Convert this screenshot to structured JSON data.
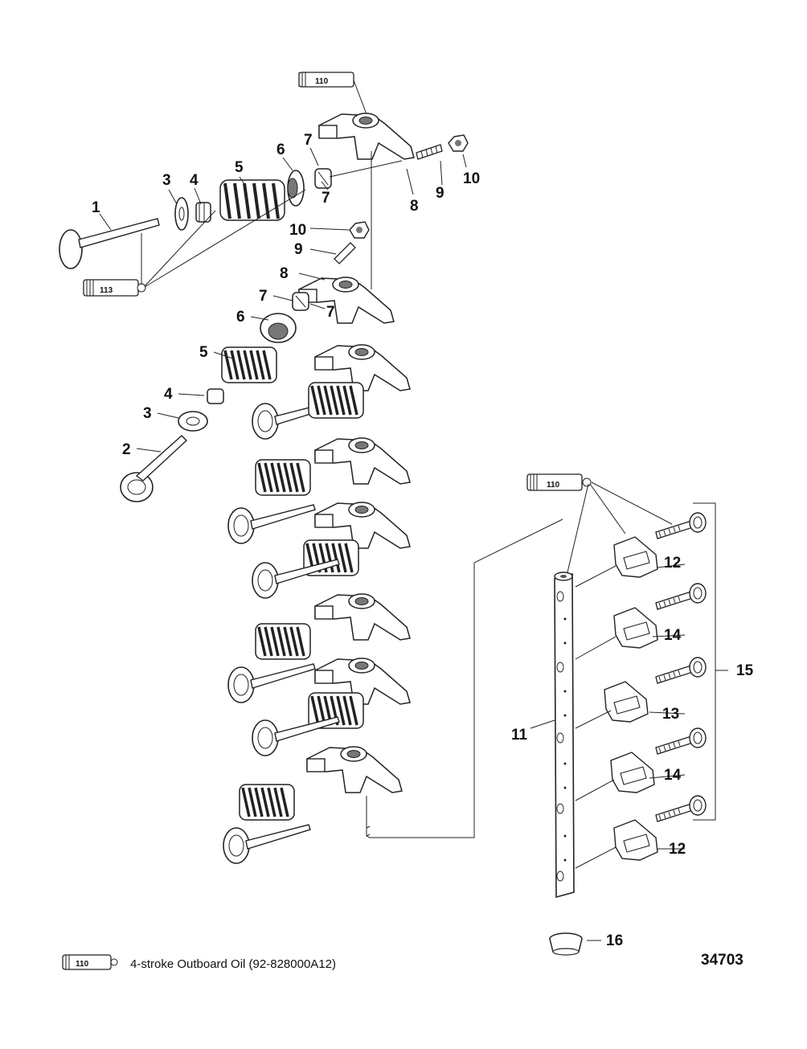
{
  "diagram": {
    "drawing_number": "34703",
    "callouts": [
      {
        "id": "c1",
        "text": "1"
      },
      {
        "id": "c2",
        "text": "2"
      },
      {
        "id": "c3a",
        "text": "3"
      },
      {
        "id": "c3b",
        "text": "3"
      },
      {
        "id": "c4a",
        "text": "4"
      },
      {
        "id": "c4b",
        "text": "4"
      },
      {
        "id": "c5a",
        "text": "5"
      },
      {
        "id": "c5b",
        "text": "5"
      },
      {
        "id": "c6a",
        "text": "6"
      },
      {
        "id": "c6b",
        "text": "6"
      },
      {
        "id": "c7a",
        "text": "7"
      },
      {
        "id": "c7b",
        "text": "7"
      },
      {
        "id": "c7c",
        "text": "7"
      },
      {
        "id": "c7d",
        "text": "7"
      },
      {
        "id": "c8a",
        "text": "8"
      },
      {
        "id": "c8b",
        "text": "8"
      },
      {
        "id": "c9a",
        "text": "9"
      },
      {
        "id": "c9b",
        "text": "9"
      },
      {
        "id": "c10a",
        "text": "10"
      },
      {
        "id": "c10b",
        "text": "10"
      },
      {
        "id": "c11",
        "text": "11"
      },
      {
        "id": "c12a",
        "text": "12"
      },
      {
        "id": "c12b",
        "text": "12"
      },
      {
        "id": "c13",
        "text": "13"
      },
      {
        "id": "c14a",
        "text": "14"
      },
      {
        "id": "c14b",
        "text": "14"
      },
      {
        "id": "c15",
        "text": "15"
      },
      {
        "id": "c16",
        "text": "16"
      }
    ],
    "tubes": {
      "top": "110",
      "left": "113",
      "right": "110",
      "legend": "110"
    },
    "legend": {
      "text": "4-stroke Outboard Oil (92-828000A12)"
    }
  }
}
